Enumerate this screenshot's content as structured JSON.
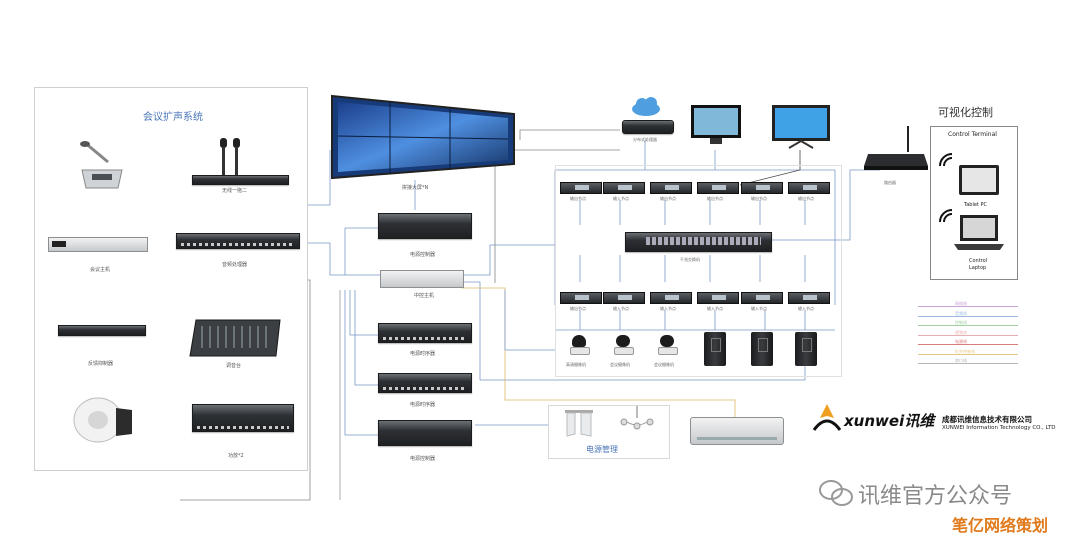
{
  "left_panel": {
    "title": "会议扩声系统",
    "labels": {
      "wireless_mic": "无线一拖二",
      "conference_host": "会议主机",
      "audio_processor": "音频处理器",
      "feedback_suppressor": "反馈抑制器",
      "mixer": "调音台",
      "amplifier": "功放*2"
    }
  },
  "center": {
    "video_wall_label": "拼接大屏*N",
    "power_controller_top": "电源控制器",
    "central_host": "中控主机",
    "seq_power_1": "电源时序器",
    "seq_power_2": "电源时序器",
    "power_controller_bottom": "电源控制器",
    "power_mgmt": "电源管理"
  },
  "network": {
    "top_device_label": "分布式处理器",
    "switch_label": "千兆交换机",
    "top_encoders": [
      "输出节点",
      "输入节点",
      "输出节点",
      "输出节点",
      "输出节点",
      "输出节点"
    ],
    "bottom_encoders": [
      "输出节点",
      "输入节点",
      "输入节点",
      "输入节点",
      "输入节点",
      "输入节点"
    ],
    "cameras": [
      "高清摄像机",
      "会议摄像机",
      "会议摄像机"
    ]
  },
  "right_panel": {
    "title": "可视化控制",
    "box_title": "Control Terminal",
    "router_label": "路由器",
    "tablet_label": "Tablet PC",
    "laptop_label_1": "Control",
    "laptop_label_2": "Laptop"
  },
  "legend": {
    "items": [
      "网络线",
      "音频线",
      "控制线",
      "视频线",
      "电源线",
      "红外控制线",
      "串口线"
    ],
    "colors": [
      "#c9a3d6",
      "#9fb8e0",
      "#a3d0a3",
      "#e6b0b0",
      "#d97c7c",
      "#e8c88a",
      "#b6b6b6"
    ]
  },
  "brand": {
    "logo_text": "xunwei讯维",
    "company_cn": "成都讯维信息技术有限公司",
    "company_en": "XUNWEI Information Technology CO., LTD"
  },
  "watermark": {
    "wechat": "讯维官方公众号",
    "badge": "笔亿网络策划"
  }
}
